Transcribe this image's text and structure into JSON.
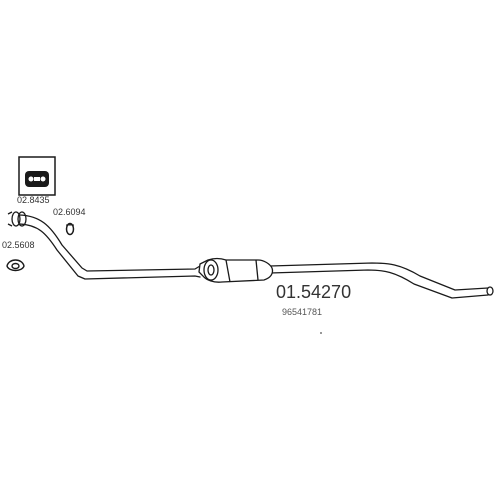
{
  "diagram": {
    "part_number": "01.54270",
    "oem_number": "96541781",
    "accessories": {
      "hanger_box": {
        "code": "02.8435",
        "icon": "rubber-hanger-icon"
      },
      "clamp": {
        "code": "02.6094",
        "icon": "clamp-icon"
      },
      "gasket": {
        "code": "02.5608",
        "icon": "gasket-icon"
      }
    },
    "colors": {
      "line": "#1a1a1a",
      "text": "#333333",
      "background": "#ffffff"
    }
  }
}
